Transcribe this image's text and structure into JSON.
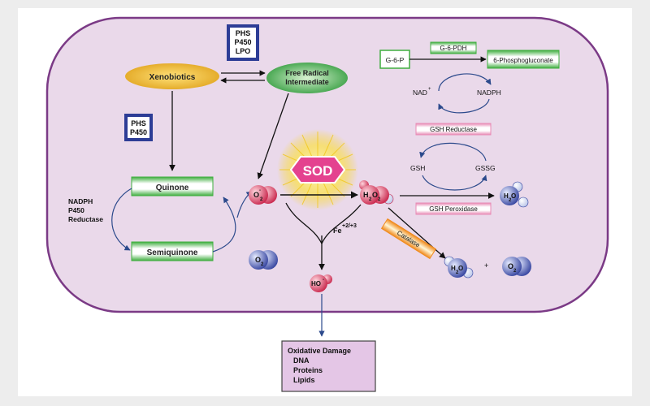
{
  "enzyme_boxes": {
    "phs_p450_lpo": [
      "PHS",
      "P450",
      "LPO"
    ],
    "phs_p450": [
      "PHS",
      "P450"
    ]
  },
  "nodes": {
    "xenobiotics": "Xenobiotics",
    "free_radical": [
      "Free Radical",
      "Intermediate"
    ],
    "quinone": "Quinone",
    "semiquinone": "Semiquinone",
    "nadph_p450_reductase": [
      "NADPH",
      "P450",
      "Reductase"
    ],
    "sod": "SOD",
    "iron": "Fe",
    "iron_charge": "+2/+3",
    "g6p": "G-6-P",
    "g6pdh": "G-6-PDH",
    "phosphogluconate": "6-Phosphogluconate",
    "nad": "NAD",
    "nad_charge": "+",
    "nadph": "NADPH",
    "gsh_reductase": "GSH Reductase",
    "gsh": "GSH",
    "gssg": "GSSG",
    "gsh_peroxidase": "GSH Peroxidase",
    "catalase": "Catalase",
    "plus": "+"
  },
  "molecules": {
    "superoxide": {
      "main": "O",
      "sub": "2",
      "sup": "-"
    },
    "peroxide": {
      "main": "H",
      "sub": "2",
      "mid": "O",
      "sub2": "2"
    },
    "hydroxyl": {
      "main": "HO",
      "sup": "-"
    },
    "water_a": {
      "main": "H",
      "sub": "2",
      "mid": "O"
    },
    "water_b": {
      "main": "H",
      "sub": "2",
      "mid": "O"
    },
    "oxygen_a": {
      "main": "O",
      "sub": "2"
    },
    "oxygen_b": {
      "main": "O",
      "sub": "2"
    }
  },
  "damage": {
    "title": "Oxidative Damage",
    "items": [
      "DNA",
      "Proteins",
      "Lipids"
    ]
  },
  "colors": {
    "cell_fill": "#ead9ea",
    "cell_stroke": "#7b3a86",
    "enzyme_box": "#2d3d96",
    "green_bar": "#3fae3f",
    "pink_bar": "#e88bb5",
    "sod_fill": "#e4428f",
    "sod_glow": "#f7d51e",
    "red_mol": "#d83a5c",
    "blue_mol": "#3e4fa4",
    "arrow": "#111111",
    "blue_arrow": "#2c4a8c",
    "damage_fill": "#e4c6e6"
  }
}
